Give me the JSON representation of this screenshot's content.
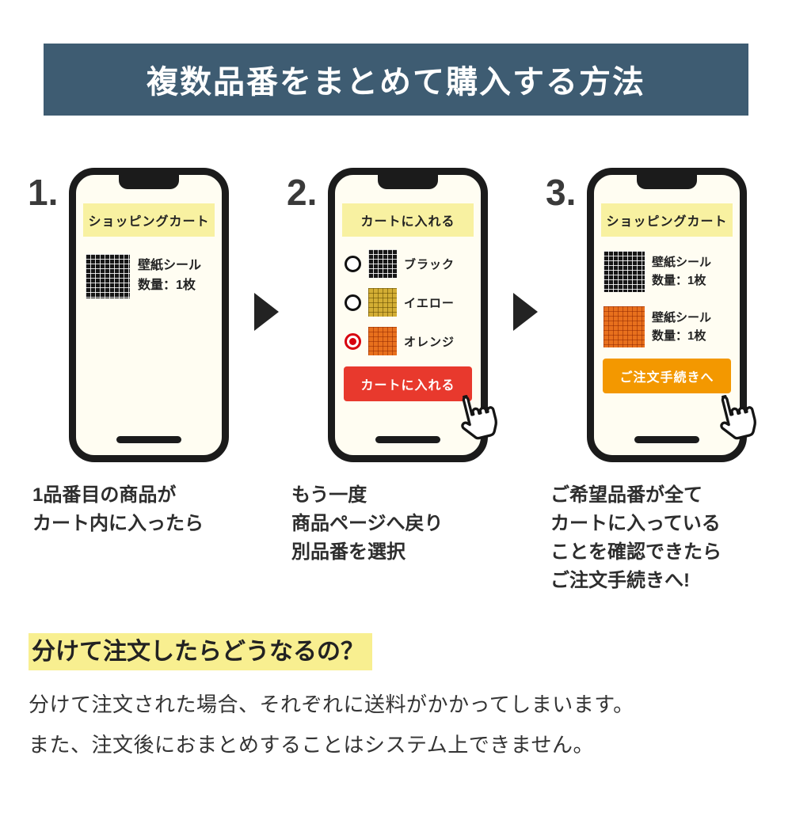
{
  "header": {
    "title": "複数品番をまとめて購入する方法"
  },
  "steps": [
    {
      "number": "1.",
      "banner": "ショッピングカート",
      "items": [
        {
          "swatch": "black-grid",
          "name": "壁紙シール",
          "quantity": "数量：1枚"
        }
      ],
      "caption": "1品番目の商品が\nカート内に入ったら"
    },
    {
      "number": "2.",
      "banner": "カートに入れる",
      "options": [
        {
          "label": "ブラック",
          "swatch": "black-grid",
          "selected": false
        },
        {
          "label": "イエロー",
          "swatch": "yellow-grid",
          "selected": false
        },
        {
          "label": "オレンジ",
          "swatch": "orange-grid",
          "selected": true
        }
      ],
      "button": "カートに入れる",
      "caption": "もう一度\n商品ページへ戻り\n別品番を選択"
    },
    {
      "number": "3.",
      "banner": "ショッピングカート",
      "items": [
        {
          "swatch": "black-grid",
          "name": "壁紙シール",
          "quantity": "数量：1枚"
        },
        {
          "swatch": "orange-grid",
          "name": "壁紙シール",
          "quantity": "数量：1枚"
        }
      ],
      "button": "ご注文手続きへ",
      "caption": "ご希望品番が全て\nカートに入っている\nことを確認できたら\nご注文手続きへ!"
    }
  ],
  "footer": {
    "heading": "分けて注文したらどうなるの？",
    "body_line1": "分けて注文された場合、それぞれに送料がかかってしまいます。",
    "body_line2": "また、注文後におまとめすることはシステム上できません。"
  },
  "icons": {
    "arrow": "right-arrow-icon",
    "hand": "hand-pointer-icon"
  },
  "colors": {
    "header_bg": "#3e5c72",
    "banner_bg": "#f8f1a1",
    "red_button": "#e8392d",
    "orange_button": "#f39800",
    "radio_selected": "#d7000f",
    "highlight": "#f8ef90"
  }
}
